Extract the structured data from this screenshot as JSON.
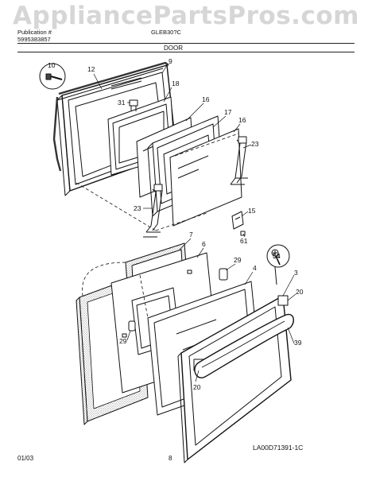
{
  "header": {
    "watermark": "AppliancePartsPros.com",
    "pub_label": "Publication #",
    "pub_number": "5995383857",
    "model": "GLEB30?C",
    "section_title": "DOOR"
  },
  "callouts": {
    "c10": "10",
    "c12": "12",
    "c9": "9",
    "c18": "18",
    "c31": "31",
    "c16a": "16",
    "c17": "17",
    "c16b": "16",
    "c23a": "23",
    "c23b": "23",
    "c15": "15",
    "c61": "61",
    "c7": "7",
    "c6": "6",
    "c29a": "29",
    "c4": "4",
    "c54": "54",
    "c3": "3",
    "c20a": "20",
    "c39": "39",
    "c29b": "29",
    "c20b": "20"
  },
  "footer": {
    "date": "01/03",
    "page": "8",
    "drawing_id": "LA00D71391-1C"
  }
}
